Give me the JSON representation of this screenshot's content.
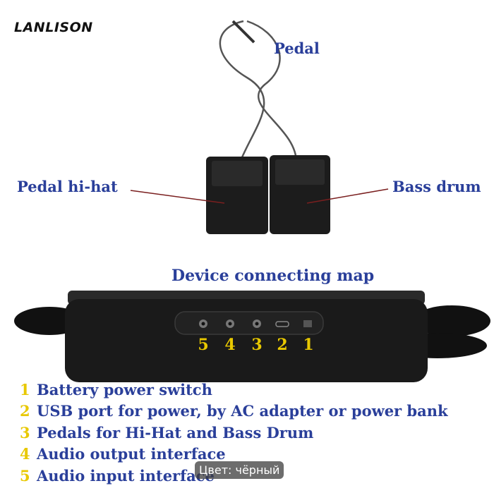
{
  "brand": {
    "logo_text": "LANLISON"
  },
  "labels": {
    "pedal": "Pedal",
    "pedal_hihat": "Pedal hi-hat",
    "bass_drum": "Bass drum",
    "map_title": "Device connecting map"
  },
  "ports": [
    "5",
    "4",
    "3",
    "2",
    "1"
  ],
  "legend": [
    {
      "num": "1",
      "text": "Battery power switch"
    },
    {
      "num": "2",
      "text": "USB port for power, by AC adapter or power bank"
    },
    {
      "num": "3",
      "text": "Pedals for Hi-Hat and Bass Drum"
    },
    {
      "num": "4",
      "text": "Audio output interface"
    },
    {
      "num": "5",
      "text": "Audio input interface"
    }
  ],
  "badge": {
    "text": "Цвет: чёрный"
  },
  "colors": {
    "label_blue": "#2a3f9a",
    "number_yellow": "#e8c800",
    "device_black": "#1a1a1a"
  }
}
